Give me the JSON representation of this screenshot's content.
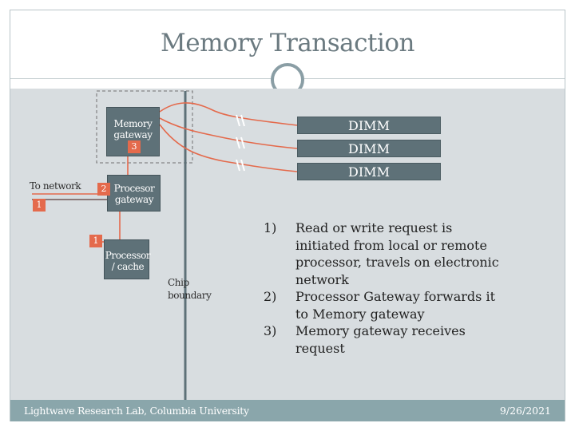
{
  "slide": {
    "title": "Memory Transaction",
    "footer_left": "Lightwave Research Lab, Columbia University",
    "footer_right": "9/26/2021"
  },
  "diagram": {
    "memory_gateway": {
      "label_line1": "Memory",
      "label_line2": "gateway",
      "badge": "3"
    },
    "processor_gateway": {
      "label_line1": "Procesor",
      "label_line2": "gateway",
      "badge": "2"
    },
    "processor_cache": {
      "label_line1": "Processor",
      "label_line2": "/ cache",
      "badge": "1"
    },
    "network_badge": "1",
    "to_network": "To network",
    "chip_boundary_line1": "Chip",
    "chip_boundary_line2": "boundary",
    "dimms": [
      "DIMM",
      "DIMM",
      "DIMM"
    ]
  },
  "steps": [
    {
      "num": "1)",
      "text": "Read or write request is initiated from local or remote processor, travels on electronic network"
    },
    {
      "num": "2)",
      "text": "Processor Gateway forwards it to Memory gateway"
    },
    {
      "num": "3)",
      "text": "Memory gateway receives request"
    }
  ],
  "colors": {
    "accent": "#e46a4c",
    "block": "#5e7178",
    "content_bg": "#d8dde0",
    "footer_bg": "#8aa6ab",
    "title": "#6b7a80"
  }
}
